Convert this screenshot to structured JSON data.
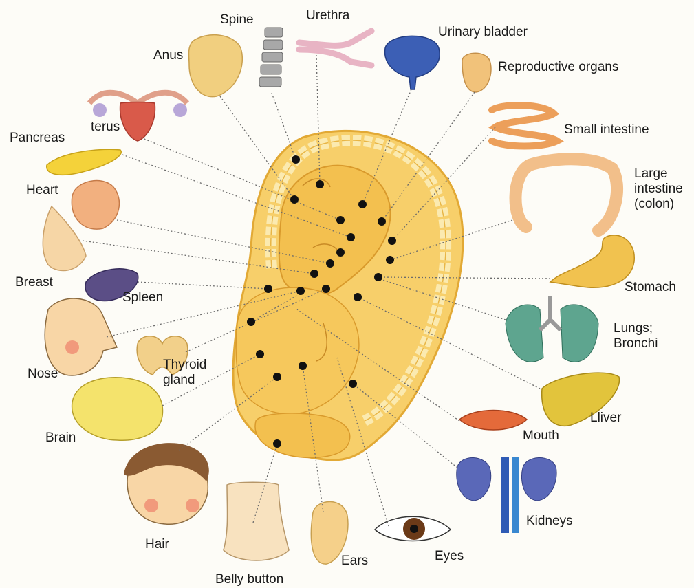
{
  "title": "",
  "colors": {
    "ear_fill": "#f7cf6a",
    "ear_rim": "#efb53e",
    "ear_inner": "#f3c04f",
    "dot": "#111111",
    "line": "#6b6b6b",
    "background": "#fdfcf7"
  },
  "labels": {
    "spine": "Spine",
    "urethra": "Urethra",
    "urinary_bladder": "Urinary bladder",
    "anus": "Anus",
    "reproductive_organs": "Reproductive organs",
    "uterus": "terus",
    "pancreas": "Pancreas",
    "small_intestine": "Small intestine",
    "large_intestine": "Large\nintestine\n(colon)",
    "heart": "Heart",
    "breast": "Breast",
    "spleen": "Spleen",
    "stomach": "Stomach",
    "lungs": "Lungs;\nBronchi",
    "nose": "Nose",
    "thyroid": "Thyroid\ngland",
    "liver": "Lliver",
    "mouth": "Mouth",
    "brain": "Brain",
    "kidneys": "Kidneys",
    "hair": "Hair",
    "belly_button": "Belly button",
    "ears": "Ears",
    "eyes": "Eyes"
  }
}
